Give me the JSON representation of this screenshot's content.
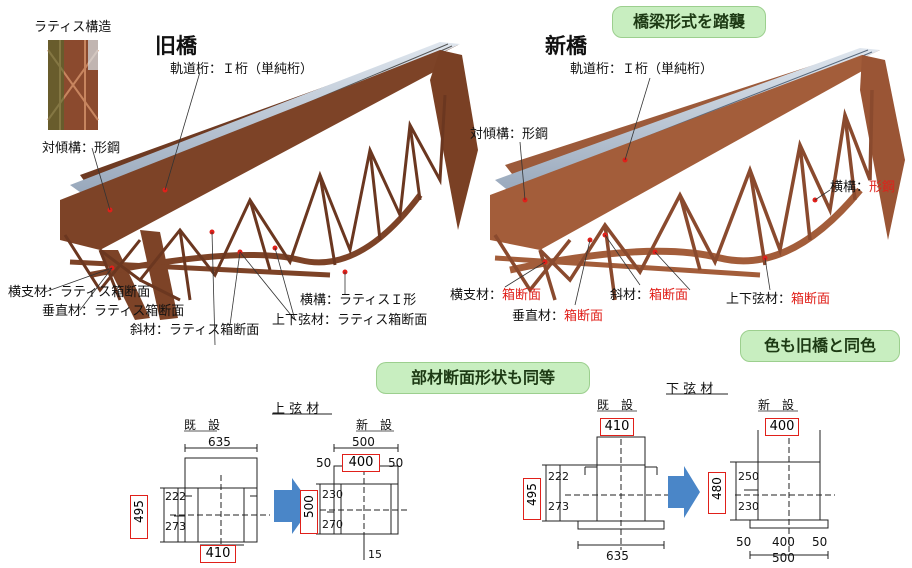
{
  "photo_caption": "ラティス構造",
  "old_bridge": {
    "title": "旧橋",
    "rail_girder": "軌道桁：Ｉ桁（単純桁）",
    "sway_brace": "対傾構：形鋼",
    "lateral_strut": "横支材：ラティス箱断面",
    "vertical": "垂直材：ラティス箱断面",
    "diagonal": "斜材：ラティス箱断面",
    "lateral_brace": "横構：ラティスＩ形",
    "chords": "上下弦材：ラティス箱断面"
  },
  "new_bridge": {
    "title": "新橋",
    "rail_girder": "軌道桁：Ｉ桁（単純桁）",
    "sway_brace": "対傾構：形鋼",
    "lateral_brace_key": "横構：",
    "lateral_brace_val": "形鋼",
    "lateral_strut_key": "横支材：",
    "lateral_strut_val": "箱断面",
    "vertical_key": "垂直材：",
    "vertical_val": "箱断面",
    "diagonal_key": "斜材：",
    "diagonal_val": "箱断面",
    "chords_key": "上下弦材：",
    "chords_val": "箱断面"
  },
  "callouts": {
    "type_follow": "橋梁形式を踏襲",
    "same_color": "色も旧橋と同色",
    "same_section": "部材断面形状も同等"
  },
  "sections": {
    "upper_title": "上 弦 材",
    "lower_title": "下 弦 材",
    "existing": "既　設",
    "new": "新　設",
    "upper_old": {
      "width": "635",
      "height": "495",
      "h1": "273",
      "h2": "222",
      "flange": "410"
    },
    "upper_new": {
      "total": "500",
      "left": "50",
      "mid": "400",
      "right": "50",
      "height": "500",
      "h1": "270",
      "h2": "230",
      "bottom": "15"
    },
    "lower_old": {
      "top": "410",
      "height": "495",
      "h1": "222",
      "h2": "273",
      "width": "635"
    },
    "lower_new": {
      "top": "400",
      "height": "480",
      "h1": "230",
      "h2": "250",
      "left": "50",
      "mid": "400",
      "right": "50",
      "total": "500"
    }
  },
  "colors": {
    "truss": "#8a4a2e",
    "deck": "#b9c7d8",
    "accent_red": "#e0201a",
    "arrow": "#4a86c8",
    "pill": "#c8eec0"
  }
}
